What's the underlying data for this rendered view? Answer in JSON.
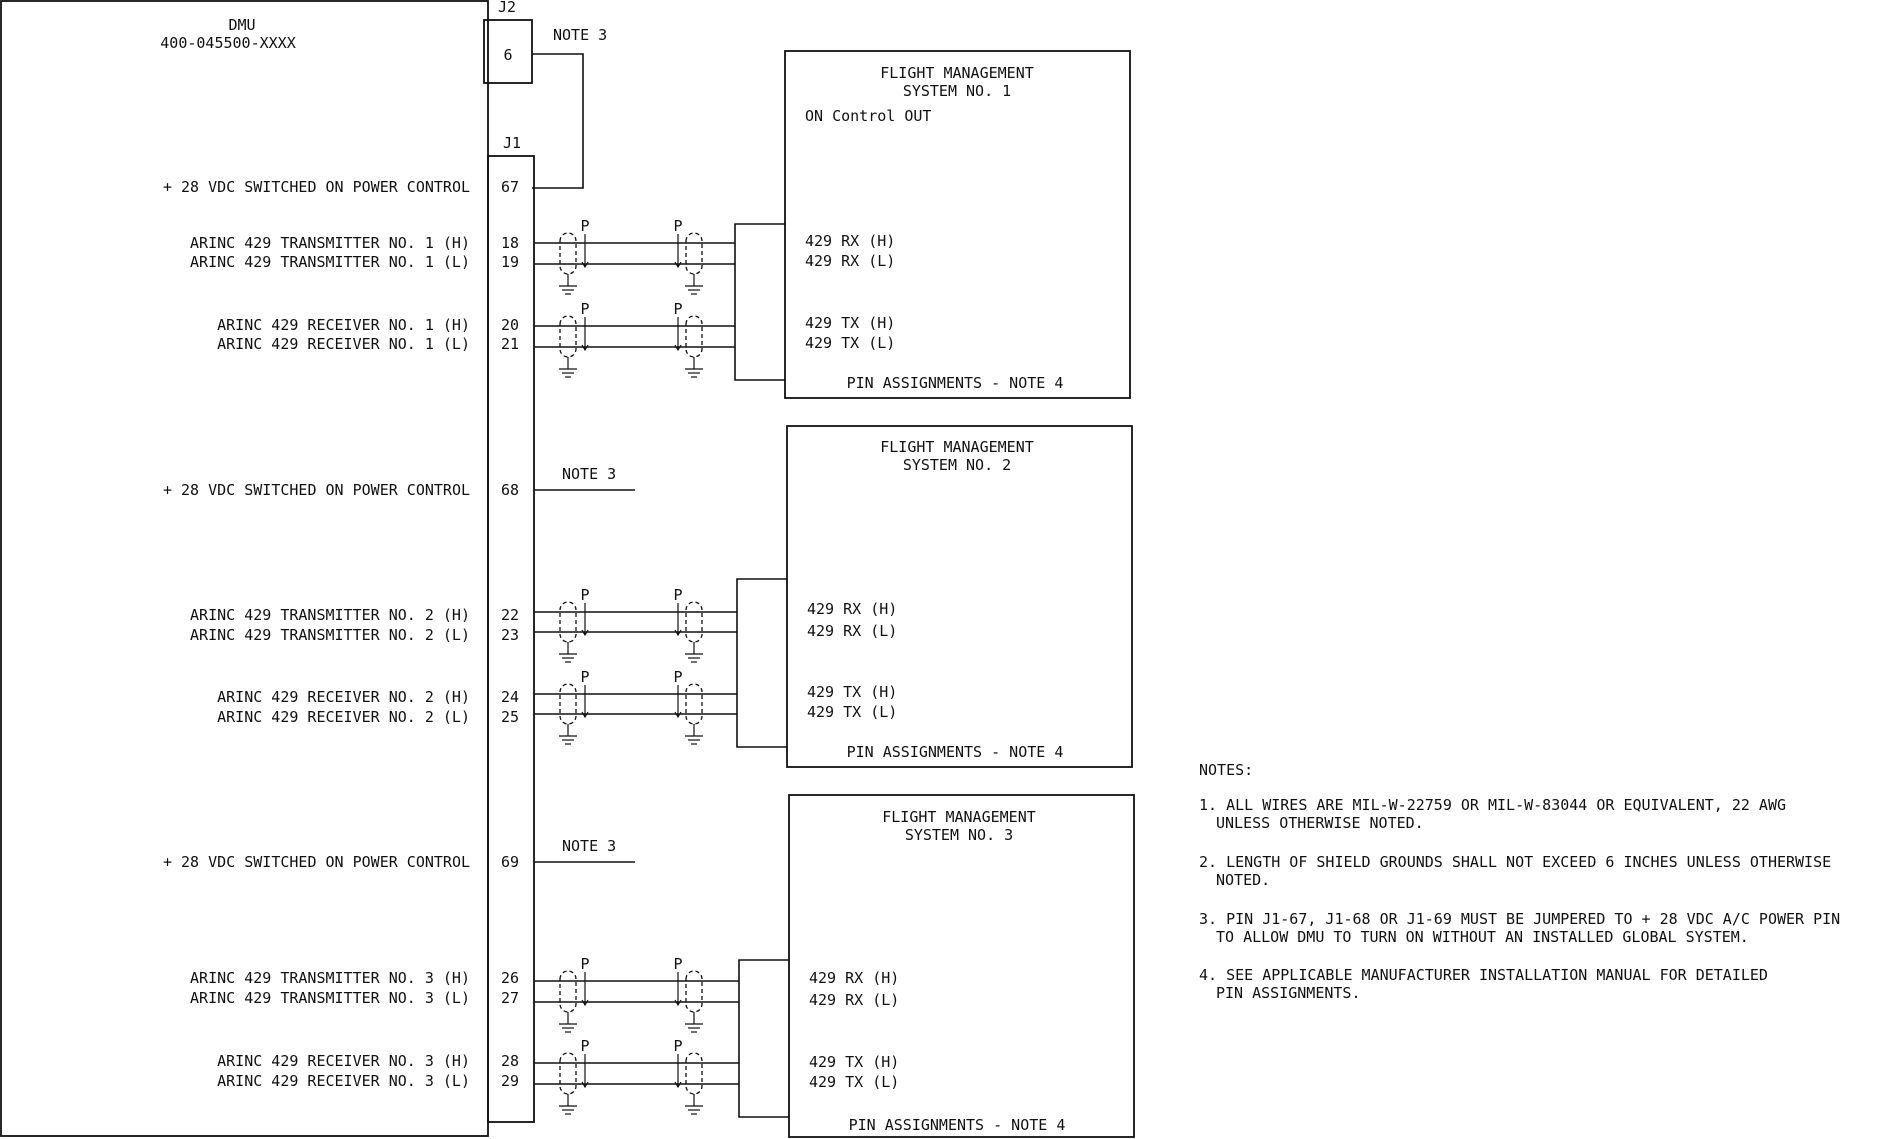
{
  "dmu": {
    "title": "DMU",
    "part_number": "400-045500-XXXX"
  },
  "connectors": {
    "j2": "J2",
    "j1": "J1"
  },
  "j2_pin": "6",
  "note3_label": "NOTE 3",
  "shield_label": "P",
  "signals": [
    {
      "label": "+ 28 VDC SWITCHED ON POWER CONTROL",
      "pin": "67"
    },
    {
      "label": "ARINC 429 TRANSMITTER NO. 1 (H)",
      "pin": "18"
    },
    {
      "label": "ARINC 429 TRANSMITTER NO. 1 (L)",
      "pin": "19"
    },
    {
      "label": "ARINC 429 RECEIVER NO. 1 (H)",
      "pin": "20"
    },
    {
      "label": "ARINC 429 RECEIVER NO. 1 (L)",
      "pin": "21"
    },
    {
      "label": "+ 28 VDC SWITCHED ON POWER CONTROL",
      "pin": "68"
    },
    {
      "label": "ARINC 429 TRANSMITTER NO. 2 (H)",
      "pin": "22"
    },
    {
      "label": "ARINC 429 TRANSMITTER NO. 2 (L)",
      "pin": "23"
    },
    {
      "label": "ARINC 429 RECEIVER NO. 2 (H)",
      "pin": "24"
    },
    {
      "label": "ARINC 429 RECEIVER NO. 2 (L)",
      "pin": "25"
    },
    {
      "label": "+ 28 VDC SWITCHED ON POWER CONTROL",
      "pin": "69"
    },
    {
      "label": "ARINC 429 TRANSMITTER NO. 3 (H)",
      "pin": "26"
    },
    {
      "label": "ARINC 429 TRANSMITTER NO. 3 (L)",
      "pin": "27"
    },
    {
      "label": "ARINC 429 RECEIVER NO. 3 (H)",
      "pin": "28"
    },
    {
      "label": "ARINC 429 RECEIVER NO. 3 (L)",
      "pin": "29"
    }
  ],
  "fms_units": [
    {
      "title_line1": "FLIGHT MANAGEMENT",
      "title_line2": "SYSTEM NO. 1",
      "extra": "ON Control OUT",
      "rx_h": "429 RX (H)",
      "rx_l": "429 RX (L)",
      "tx_h": "429 TX (H)",
      "tx_l": "429 TX (L)",
      "footer": "PIN ASSIGNMENTS - NOTE 4"
    },
    {
      "title_line1": "FLIGHT MANAGEMENT",
      "title_line2": "SYSTEM NO. 2",
      "rx_h": "429 RX (H)",
      "rx_l": "429 RX (L)",
      "tx_h": "429 TX (H)",
      "tx_l": "429 TX (L)",
      "footer": "PIN ASSIGNMENTS - NOTE 4"
    },
    {
      "title_line1": "FLIGHT MANAGEMENT",
      "title_line2": "SYSTEM NO. 3",
      "rx_h": "429 RX (H)",
      "rx_l": "429 RX (L)",
      "tx_h": "429 TX (H)",
      "tx_l": "429 TX (L)",
      "footer": "PIN ASSIGNMENTS - NOTE 4"
    }
  ],
  "notes": {
    "heading": "NOTES:",
    "items": [
      {
        "line1": "1. ALL WIRES ARE MIL-W-22759 OR MIL-W-83044 OR EQUIVALENT, 22 AWG",
        "line2": "UNLESS OTHERWISE NOTED."
      },
      {
        "line1": "2. LENGTH OF SHIELD GROUNDS SHALL NOT EXCEED 6 INCHES UNLESS OTHERWISE",
        "line2": "NOTED."
      },
      {
        "line1": "3. PIN J1-67, J1-68 OR J1-69 MUST BE JUMPERED TO + 28 VDC A/C POWER PIN",
        "line2": "TO ALLOW DMU TO TURN ON WITHOUT AN INSTALLED GLOBAL SYSTEM."
      },
      {
        "line1": "4. SEE APPLICABLE MANUFACTURER INSTALLATION MANUAL FOR DETAILED",
        "line2": "PIN ASSIGNMENTS."
      }
    ]
  }
}
